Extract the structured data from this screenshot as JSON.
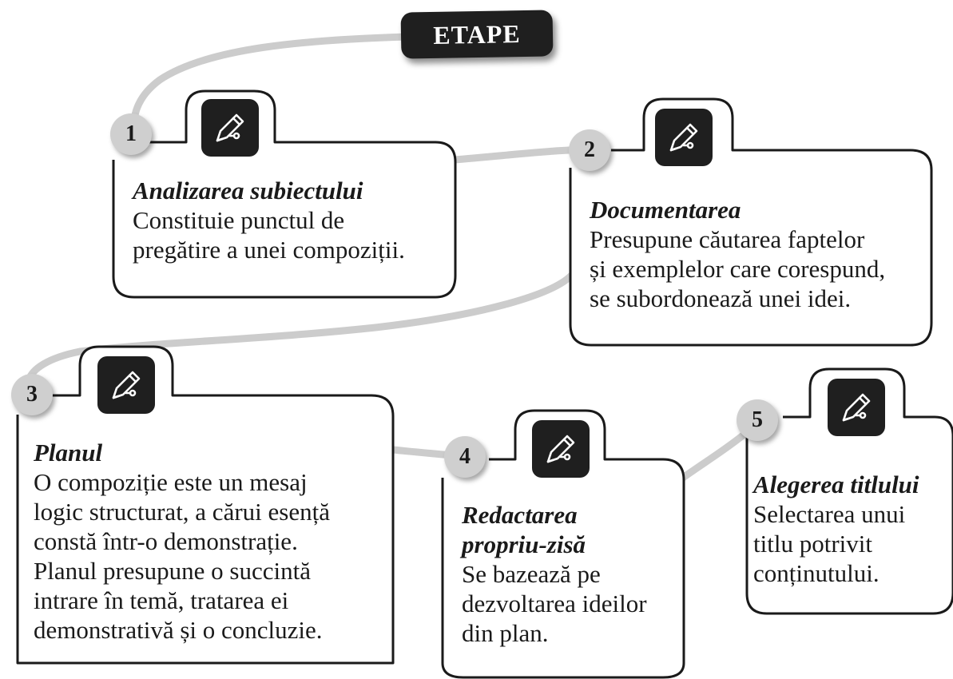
{
  "title": "ETAPE",
  "steps": [
    {
      "number": "1",
      "heading": "Analizarea subiectului",
      "body": "Constituie punctul de\npregătire a unei compoziții."
    },
    {
      "number": "2",
      "heading": "Documentarea",
      "body": "Presupune căutarea faptelor\nși exemplelor care corespund,\nse subordonează unei idei."
    },
    {
      "number": "3",
      "heading": "Planul",
      "body": "O compoziție este un mesaj\nlogic structurat, a cărui esență\nconstă într-o demonstrație.\nPlanul presupune o succintă\nintrare în temă, tratarea ei\ndemonstrativă și o concluzie."
    },
    {
      "number": "4",
      "heading": "Redactarea\npropriu-zisă",
      "body": "Se bazează pe\ndezvoltarea ideilor\ndin plan."
    },
    {
      "number": "5",
      "heading": "Alegerea titlului",
      "body": "Selectarea unui\ntitlu potrivit\nconținutului."
    }
  ],
  "icons": {
    "step_icon": "pen-icon"
  },
  "colors": {
    "dark": "#1f1f1f",
    "connector": "#cccccc",
    "badge": "#cfcfcf",
    "box_border": "#1a1a1a"
  }
}
